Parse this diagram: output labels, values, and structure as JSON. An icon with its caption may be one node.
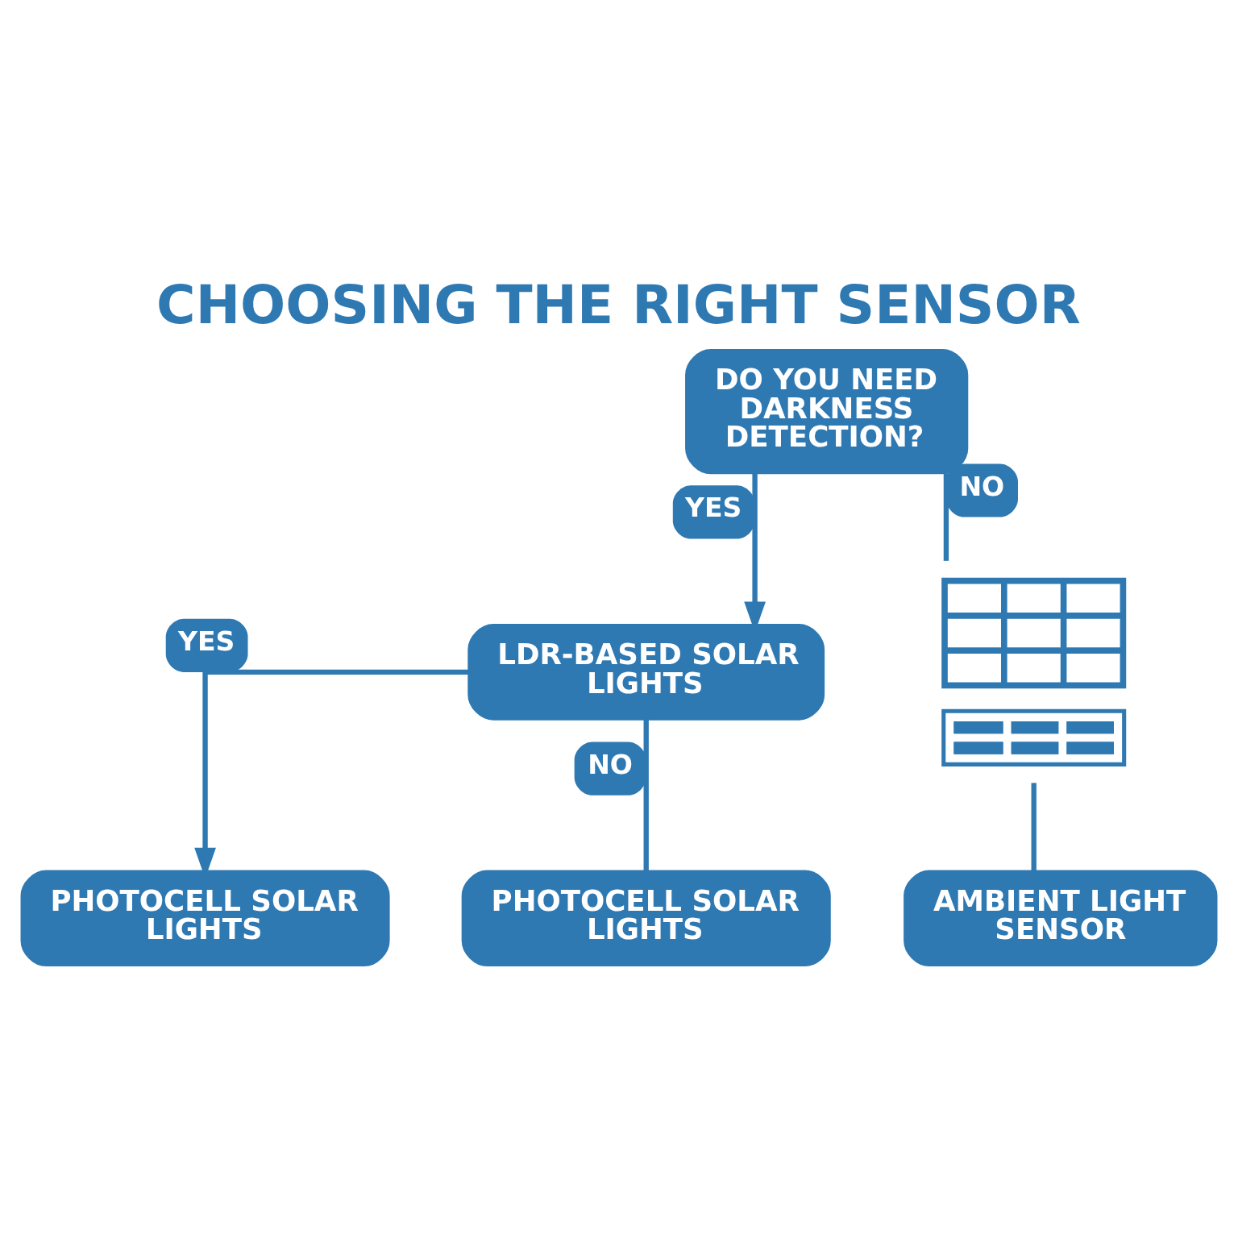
{
  "diagram": {
    "title": "CHOOSING THE RIGHT SENSOR",
    "nodes": [
      {
        "text": [
          "DO YOU NEED DARKNESS DETECTION?"
        ]
      },
      {
        "text": [
          "LDR-BASED SOLAR LIGHTS"
        ]
      },
      {
        "text": [],
        "shape": "picture"
      },
      {
        "text": [
          "PHOTOCELL SOLAR LIGHTS"
        ]
      },
      {
        "text": [
          "PHOTOCELL SOLAR LIGHTS"
        ]
      },
      {
        "text": [
          "AMBIENT LIGHT SENSOR"
        ]
      }
    ],
    "edges": [
      {
        "from": 0,
        "to": 1,
        "arrow": "to",
        "label": "YES"
      },
      {
        "from": 0,
        "to": 2,
        "arrow": "none",
        "label": "NO"
      },
      {
        "from": 1,
        "to": 3,
        "arrow": "to",
        "label": "YES"
      },
      {
        "from": 1,
        "to": 4,
        "arrow": "none",
        "label": "NO"
      },
      {
        "from": 2,
        "to": 5,
        "arrow": "none"
      }
    ]
  }
}
